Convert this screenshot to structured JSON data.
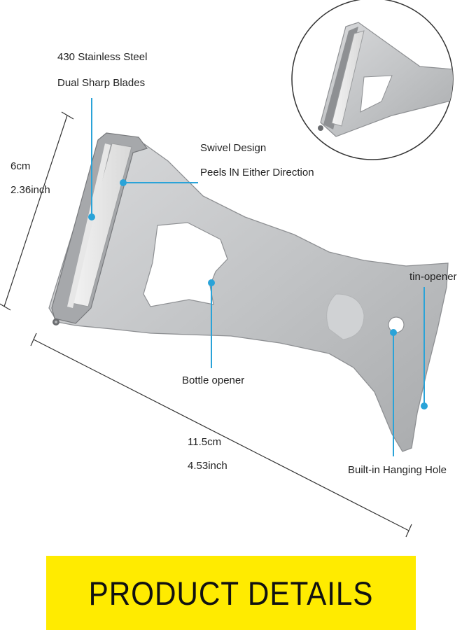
{
  "callouts": {
    "blades_line1": "430 Stainless Steel",
    "blades_line2": "Dual Sharp Blades",
    "swivel_line1": "Swivel Design",
    "swivel_line2": "Peels lN Either Direction",
    "tin_opener": "tin-opener",
    "bottle_opener": "Bottle opener",
    "hanging_hole": "Built-in Hanging Hole"
  },
  "dimensions": {
    "height_cm": "6cm",
    "height_inch": "2.36inch",
    "length_cm": "11.5cm",
    "length_inch": "4.53inch"
  },
  "banner": {
    "text": "PRODUCT  DETAILS"
  },
  "colors": {
    "callout_blue": "#2aa3d8",
    "banner_yellow": "#ffeb00",
    "steel": "#c4c6c8",
    "steel_dark": "#8e9093"
  }
}
